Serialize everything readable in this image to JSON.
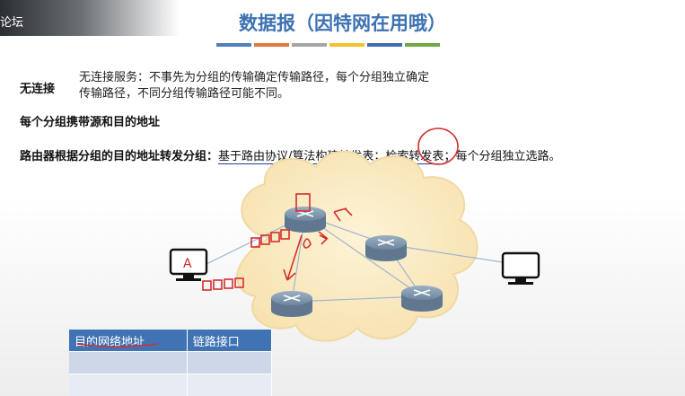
{
  "watermark": "论坛",
  "title": "数据报（因特网在用哦）",
  "accent_colors": [
    "#4f7fbf",
    "#e07b39",
    "#a5a5a5",
    "#f2c12e",
    "#3e6fb0",
    "#6ea944"
  ],
  "connectionless": {
    "label": "无连接",
    "desc_line1": "无连接服务：不事先为分组的传输确定传输路径，每个分组独立确定",
    "desc_line2": "传输路径，不同分组传输路径可能不同。"
  },
  "carry_addr": "每个分组携带源和目的地址",
  "routing": {
    "lead": "路由器根据分组的目的地址转发分组：",
    "part1": "基于路由协议/算法构建转发表",
    "sep1": "；",
    "part2": "检索转发表",
    "sep2": "；",
    "part3": "每个分组独立选路。"
  },
  "diagram": {
    "host_left_letter": "A",
    "icons": [
      "cloud-icon",
      "router-icon",
      "computer-icon"
    ]
  },
  "table": {
    "headers": [
      "目的网络地址",
      "链路接口"
    ],
    "rows": [
      [
        "",
        ""
      ],
      [
        "",
        ""
      ]
    ]
  }
}
